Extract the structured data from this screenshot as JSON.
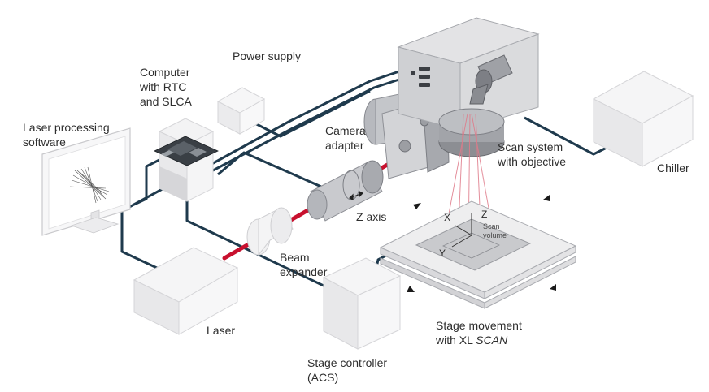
{
  "labels": {
    "laser_software": [
      "Laser processing",
      "software"
    ],
    "computer": [
      "Computer",
      "with RTC",
      "and SLCA"
    ],
    "power_supply": "Power supply",
    "camera_adapter": [
      "Camera",
      "adapter"
    ],
    "scan_system": [
      "Scan system",
      "with objective"
    ],
    "chiller": "Chiller",
    "z_axis": "Z axis",
    "beam_expander": [
      "Beam",
      "expander"
    ],
    "laser": "Laser",
    "stage_controller": [
      "Stage controller",
      "(ACS)"
    ],
    "stage_movement": [
      "Stage movement",
      "with XL "
    ],
    "stage_movement_italic": "SCAN",
    "axis_x": "X",
    "axis_y": "Y",
    "axis_z": "Z",
    "scan_volume": [
      "Scan",
      "volume"
    ]
  },
  "colors": {
    "laser_beam": "#c8102e",
    "cable": "#1f3a4d",
    "box_light": "#f3f3f4",
    "box_mid": "#e6e6e8",
    "box_dark": "#d8d8db"
  }
}
